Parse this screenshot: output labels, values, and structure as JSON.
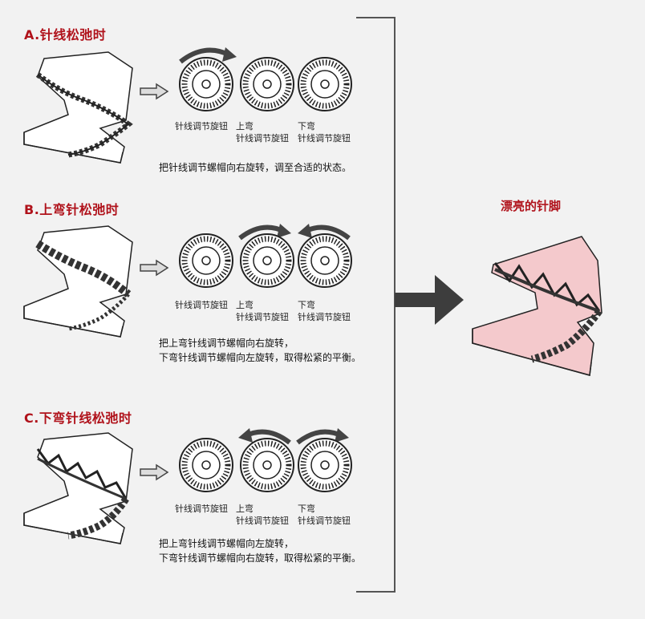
{
  "sections": [
    {
      "title": "A.针线松弛时",
      "labels": [
        "针线调节旋钮",
        "上弯",
        "针线调节旋钮",
        "下弯",
        "针线调节旋钮"
      ],
      "instruction": [
        "把针线调节螺帽向右旋转，调至合适的状态。"
      ]
    },
    {
      "title": "B.上弯针松弛时",
      "labels": [
        "针线调节旋钮",
        "上弯",
        "针线调节旋钮",
        "下弯",
        "针线调节旋钮"
      ],
      "instruction": [
        "把上弯针线调节螺帽向右旋转，",
        "下弯针线调节螺帽向左旋转，取得松紧的平衡。"
      ]
    },
    {
      "title": "C.下弯针线松弛时",
      "labels": [
        "针线调节旋钮",
        "上弯",
        "针线调节旋钮",
        "下弯",
        "针线调节旋钮"
      ],
      "instruction": [
        "把上弯针线调节螺帽向左旋转，",
        "下弯针线调节螺帽向右旋转，取得松紧的平衡。"
      ]
    }
  ],
  "result": {
    "title": "漂亮的针脚"
  },
  "colors": {
    "accent": "#b0121b",
    "fabric_result": "#f4c9cc",
    "arrow": "#3d3d3d"
  }
}
